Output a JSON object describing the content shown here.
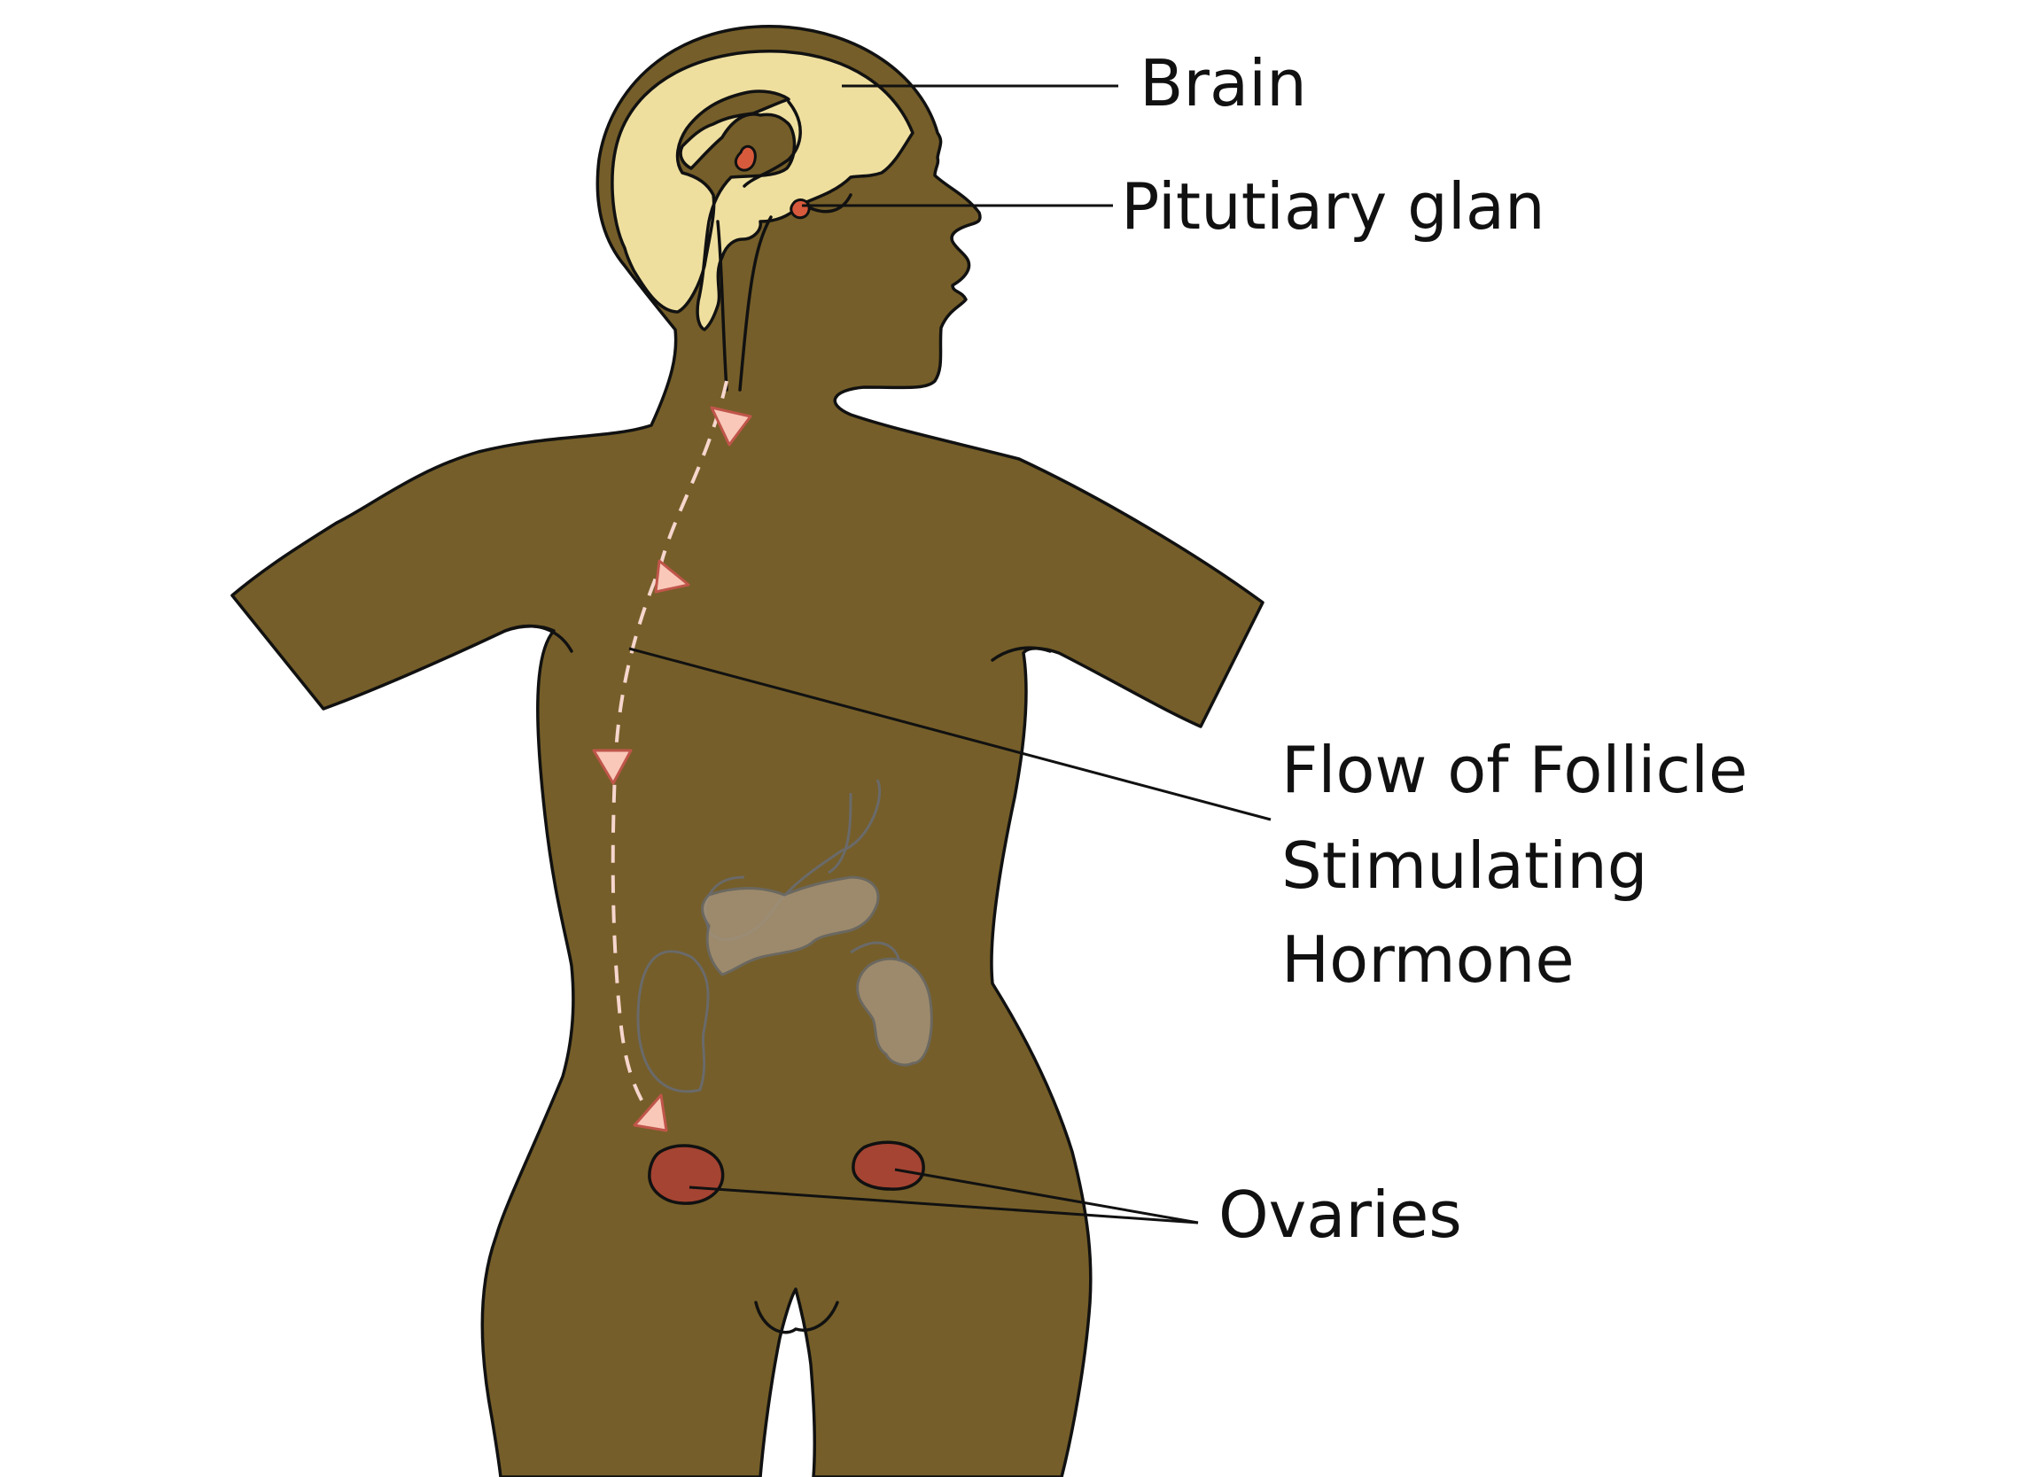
{
  "labels": {
    "brain": "Brain",
    "pituitary": "Pitutiary glan",
    "flow": [
      "Flow of Follicle",
      "Stimulating",
      "Hormone"
    ],
    "ovaries": "Ovaries"
  },
  "colors": {
    "body": "#755e29",
    "brain": "#efdf9e",
    "gland": "#d85a3c",
    "ovary": "#a54432",
    "hormone_arrow": "#f9c8b9",
    "ghost_organ": "#a49278"
  }
}
